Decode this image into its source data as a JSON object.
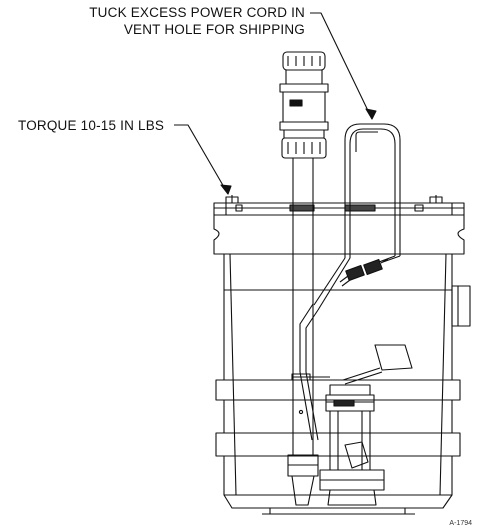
{
  "callouts": {
    "power_cord_line1": "TUCK EXCESS POWER CORD IN",
    "power_cord_line2": "VENT HOLE FOR SHIPPING",
    "torque": "TORQUE 10-15 IN LBS"
  },
  "figure_id": "A-1794",
  "colors": {
    "line": "#111111",
    "background": "#ffffff"
  }
}
